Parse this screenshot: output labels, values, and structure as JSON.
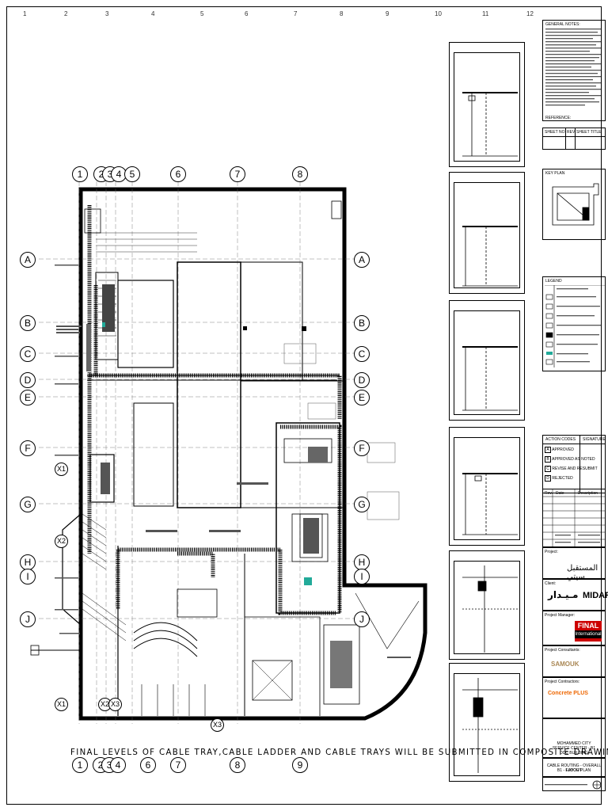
{
  "border_numbers_top": [
    "1",
    "2",
    "3",
    "4",
    "5",
    "6",
    "7",
    "8",
    "9",
    "10",
    "11",
    "12"
  ],
  "grid_columns": [
    "1",
    "2",
    "3",
    "4",
    "5",
    "6",
    "7",
    "8",
    "9"
  ],
  "grid_rows": [
    "A",
    "B",
    "C",
    "D",
    "E",
    "F",
    "G",
    "H",
    "I",
    "J"
  ],
  "extra_bubbles": [
    "X1",
    "X2",
    "X3"
  ],
  "caption": "FINAL LEVELS OF CABLE TRAY,CABLE LADDER AND CABLE TRAYS WILL BE SUBMITTED IN COMPOSITE DRAWING",
  "notes_heading": "GENERAL NOTES:",
  "reference_heading": "REFERENCE:",
  "sheet_table": {
    "col1": "SHEET NO.",
    "col2": "REV.",
    "col3": "SHEET TITLE"
  },
  "key_plan_label": "KEY PLAN",
  "legend": {
    "title": "LEGEND"
  },
  "action_codes": {
    "header_code": "ACTION CODES",
    "header_sig": "SIGNATURE",
    "items": [
      {
        "code": "A",
        "text": "APPROVED"
      },
      {
        "code": "B",
        "text": "APPROVED AS NOTED"
      },
      {
        "code": "C",
        "text": "REVISE AND RESUBMIT"
      },
      {
        "code": "D",
        "text": "REJECTED"
      }
    ]
  },
  "revision_header": {
    "rev": "Rev.",
    "date": "Date",
    "desc": "Description"
  },
  "project_label": "Project:",
  "client_label": "Client:",
  "client_logo": {
    "arabic": "مـيـدار",
    "latin": "MIDAR"
  },
  "project_manager_label": "Project Manager:",
  "pm_logo": {
    "top": "FINAL",
    "bottom": "International"
  },
  "consultants_label": "Project Consultants:",
  "consultant_logo": "SAMOUK",
  "contractors_label": "Project Contractors:",
  "contractor_logo": "Concrete PLUS",
  "title_block_lines": [
    "MOHAMMED CITY",
    "SERVICE CENTER - B1",
    "DDC BUILDING"
  ],
  "drawing_title": [
    "CABLE ROUTING - OVERALL LAYOUT",
    "B1 - FLOOR PLAN"
  ]
}
